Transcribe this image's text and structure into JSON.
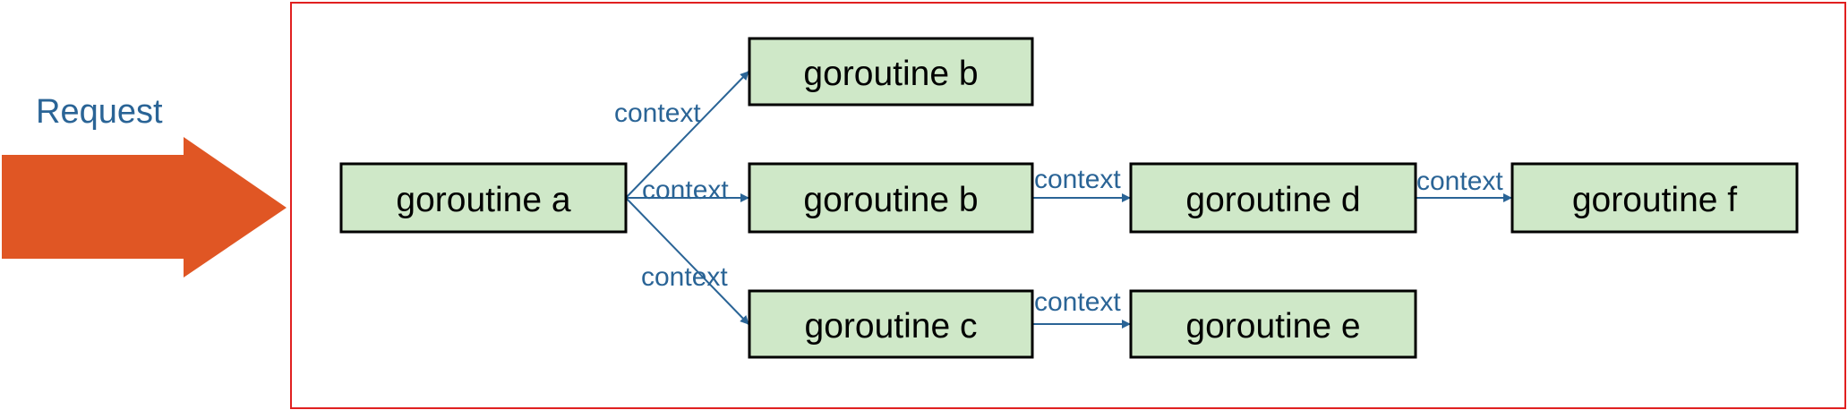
{
  "request": {
    "label": "Request"
  },
  "nodes": {
    "a": "goroutine a",
    "b_top": "goroutine b",
    "b_mid": "goroutine b",
    "c": "goroutine c",
    "d": "goroutine d",
    "e": "goroutine e",
    "f": "goroutine f"
  },
  "edges": {
    "a_to_b_top": "context",
    "a_to_b_mid": "context",
    "a_to_c": "context",
    "b_mid_to_d": "context",
    "d_to_f": "context",
    "c_to_e": "context"
  },
  "colors": {
    "node_fill": "#cfe8c8",
    "node_border": "#000000",
    "frame_border": "#e02020",
    "arrow_blue": "#2a6496",
    "label_blue": "#2a6496",
    "request_arrow": "#e05624"
  }
}
